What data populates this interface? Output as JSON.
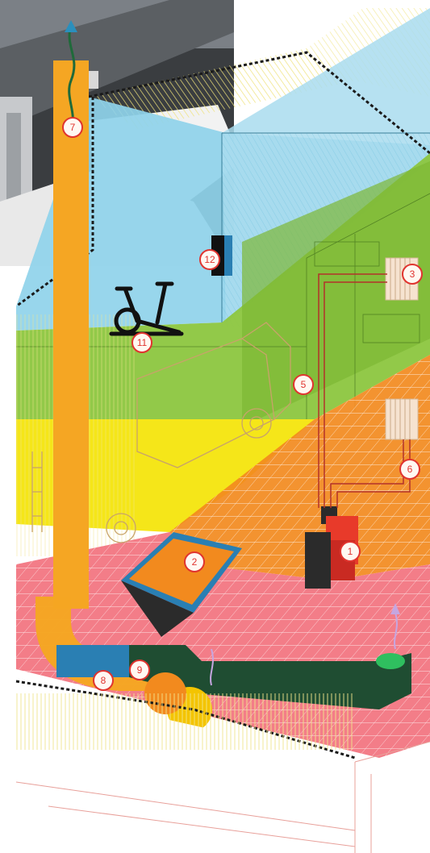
{
  "markers": {
    "m1": "1",
    "m2": "2",
    "m3": "3",
    "m5": "5",
    "m6": "6",
    "m7": "7",
    "m8": "8",
    "m9": "9",
    "m11": "11",
    "m12": "12"
  },
  "colors": {
    "attic": "#8fd3ea",
    "upper_floor": "#8cc63f",
    "garage_level": "#f4e300",
    "ground_floor": "#f28a1e",
    "basement": "#f2727e",
    "flue": "#f5a623",
    "duct_dark": "#1f4d32",
    "marker": "#e0342f"
  },
  "icons": [
    "exercise-bike-icon",
    "truck-icon",
    "radiator-icon",
    "boiler-icon",
    "heat-arrow-icon"
  ]
}
